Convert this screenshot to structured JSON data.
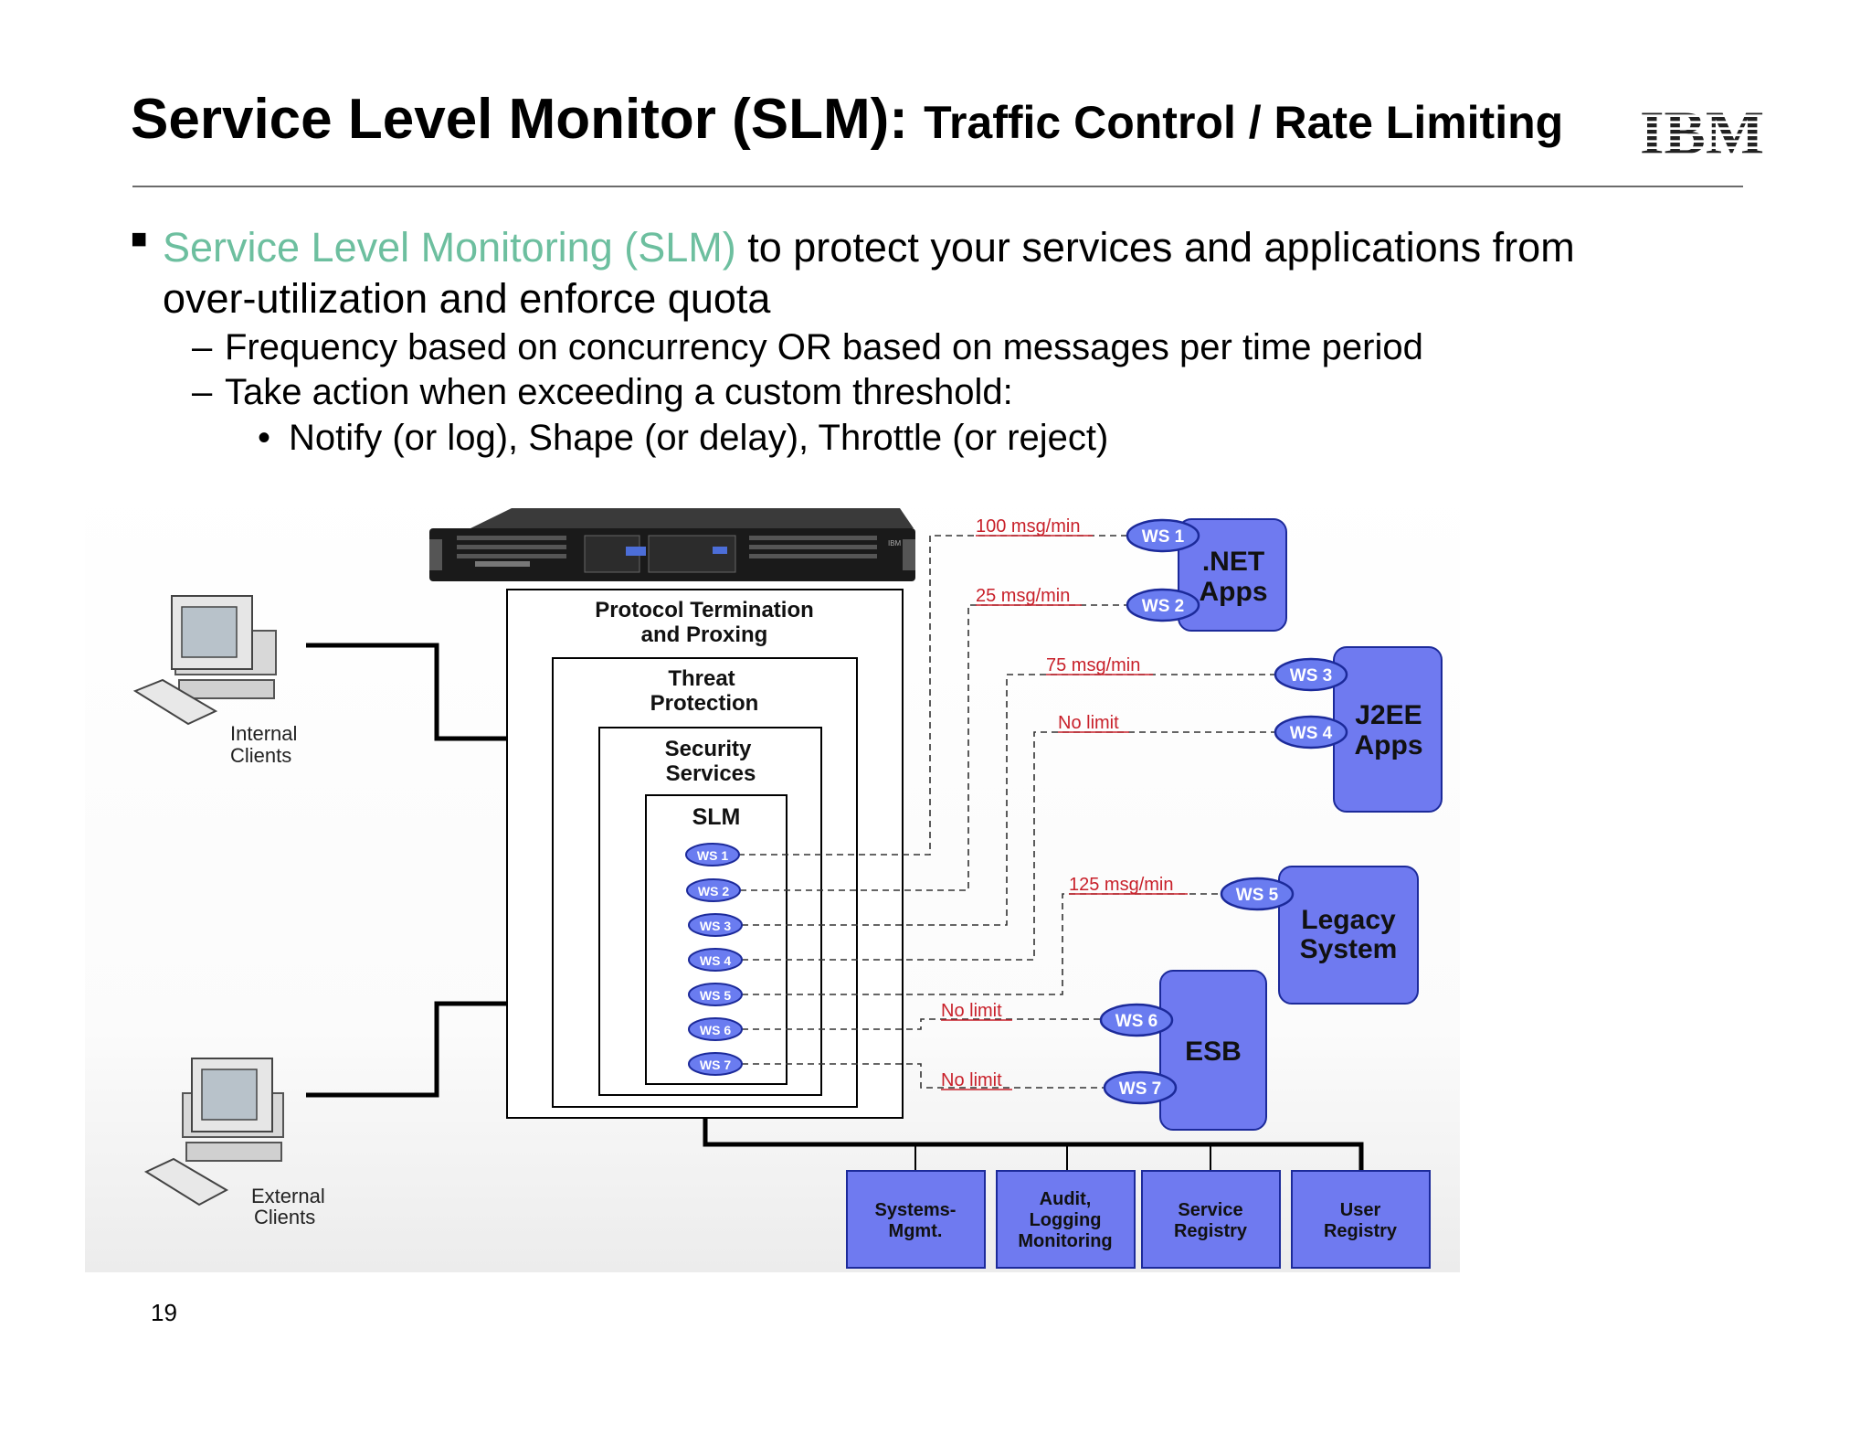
{
  "header": {
    "title_main": "Service Level Monitor (SLM): ",
    "title_sub": "Traffic Control / Rate Limiting",
    "logo_text": "IBM"
  },
  "bullets": {
    "line1_accent": "Service Level Monitoring (SLM)",
    "line1_rest": " to protect your services and applications from",
    "line2": "over-utilization and enforce quota",
    "sub1_dash": "–",
    "sub1": "Frequency based on concurrency OR based on messages per time period",
    "sub2_dash": "–",
    "sub2": "Take action when exceeding a custom threshold:",
    "subsub1_dot": "•",
    "subsub1": "Notify (or log), Shape (or delay), Throttle (or reject)"
  },
  "diagram": {
    "appliance_brand": "IBM",
    "clients": {
      "internal_line1": "Internal",
      "internal_line2": "Clients",
      "external_line1": "External",
      "external_line2": "Clients"
    },
    "layers": {
      "protocol_line1": "Protocol Termination",
      "protocol_line2": "and Proxing",
      "threat_line1": "Threat",
      "threat_line2": "Protection",
      "security_line1": "Security",
      "security_line2": "Services",
      "slm": "SLM"
    },
    "slm_services": [
      "WS 1",
      "WS 2",
      "WS 3",
      "WS 4",
      "WS 5",
      "WS 6",
      "WS 7"
    ],
    "limits": {
      "ws1": "100 msg/min",
      "ws2": "25 msg/min",
      "ws3": "75 msg/min",
      "ws4": "No limit",
      "ws5": "125 msg/min",
      "ws6": "No limit",
      "ws7": "No limit"
    },
    "backends": {
      "net_line1": ".NET",
      "net_line2": "Apps",
      "j2ee_line1": "J2EE",
      "j2ee_line2": "Apps",
      "legacy_line1": "Legacy",
      "legacy_line2": "System",
      "esb": "ESB"
    },
    "backend_services": [
      "WS 1",
      "WS 2",
      "WS 3",
      "WS 4",
      "WS 5",
      "WS 6",
      "WS 7"
    ],
    "infrastructure": {
      "systems_line1": "Systems-",
      "systems_line2": "Mgmt.",
      "audit_line1": "Audit,",
      "audit_line2": "Logging",
      "audit_line3": "Monitoring",
      "service_line1": "Service",
      "service_line2": "Registry",
      "user_line1": "User",
      "user_line2": "Registry"
    },
    "colors": {
      "service_blue": "#6a7cf0",
      "box_blue": "#6f7af0",
      "limit_red": "#c8202a",
      "accent_green": "#6dbf9f"
    }
  },
  "footer": {
    "page_number": "19"
  }
}
